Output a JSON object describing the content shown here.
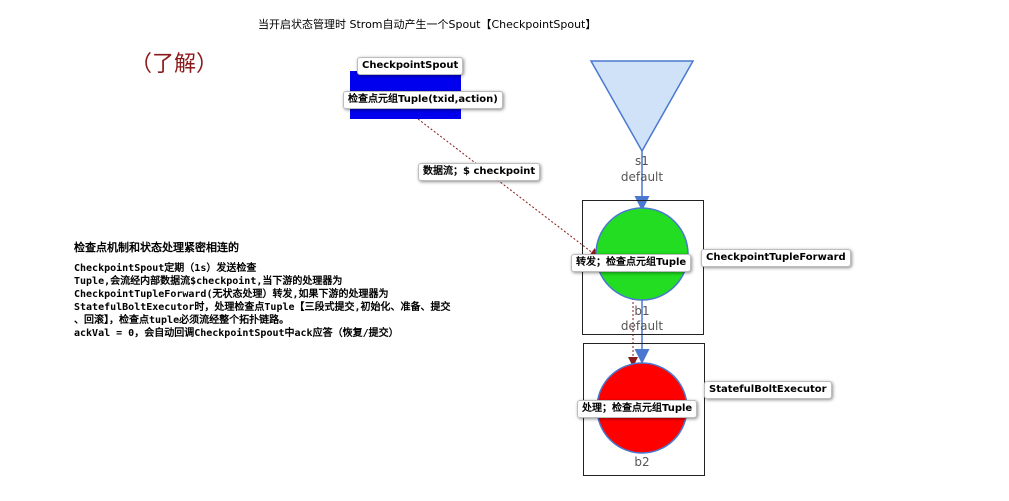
{
  "header_note": "当开启状态管理时 Strom自动产生一个Spout【CheckpointSpout】",
  "understand_tag": "（了解）",
  "spout": {
    "name": "CheckpointSpout",
    "inner_label": "检查点元组Tuple(txid,action)",
    "color": "#0000ee"
  },
  "edge_label": "数据流；$ checkpoint",
  "s1": {
    "id": "s1",
    "stream": "default",
    "color": "#cfe2f7"
  },
  "b1": {
    "id": "b1",
    "stream": "default",
    "inner_label": "转发；检查点元组Tuple",
    "side_label": "CheckpointTupleForward",
    "color": "#22dd22"
  },
  "b2": {
    "id": "b2",
    "inner_label": "处理；检查点元组Tuple",
    "side_label": "StatefulBoltExecutor",
    "color": "#ff0000"
  },
  "description": {
    "heading": "检查点机制和状态处理紧密相连的",
    "lines": [
      "CheckpointSpout定期（1s）发送检查",
      "Tuple,会流经内部数据流$checkpoint,当下游的处理器为",
      "CheckpointTupleForward(无状态处理）转发,如果下游的处理器为",
      "StatefulBoltExecutor时，处理检查点Tuple【三段式提交,初始化、准备、提交",
      "、回滚】，检查点tuple必须流经整个拓扑链路。",
      "ackVal = 0，会自动回调CheckpointSpout中ack应答（恢复/提交）"
    ]
  }
}
